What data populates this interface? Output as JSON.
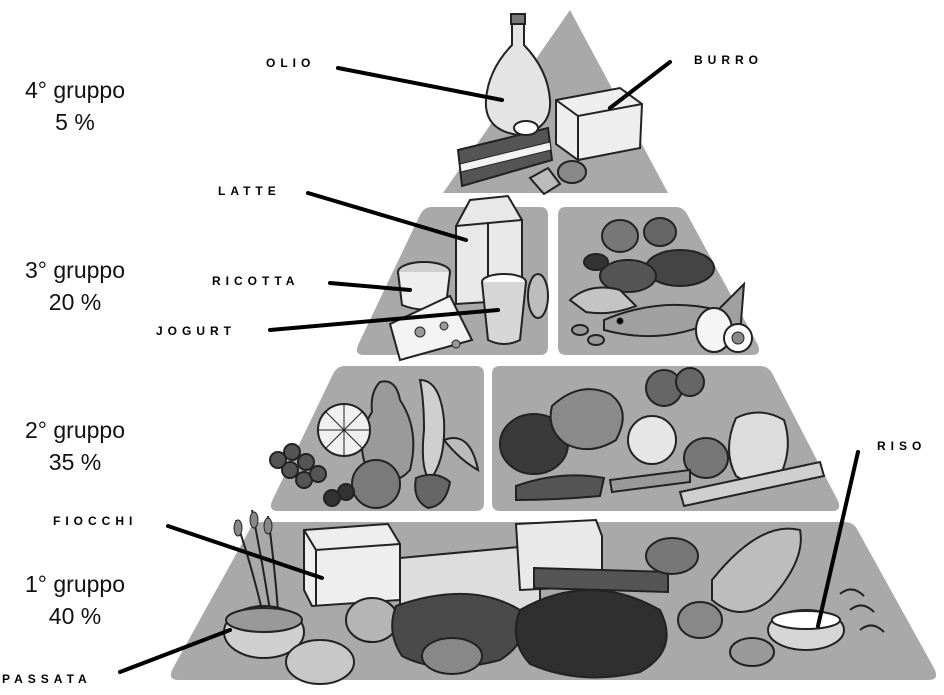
{
  "groups": [
    {
      "name": "4° gruppo",
      "percent": "5 %"
    },
    {
      "name": "3° gruppo",
      "percent": "20 %"
    },
    {
      "name": "2° gruppo",
      "percent": "35 %"
    },
    {
      "name": "1° gruppo",
      "percent": "40 %"
    }
  ],
  "labels": {
    "olio": "OLIO",
    "burro": "BURRO",
    "latte": "LATTE",
    "ricotta": "RICOTTA",
    "jogurt": "JOGURT",
    "fiocchi": "FIOCCHI",
    "riso": "RISO",
    "passata": "PASSATA"
  },
  "colors": {
    "tier_fill": "#a9a9a9",
    "illustration_dark": "#333333",
    "illustration_mid": "#7a7a7a",
    "illustration_light": "#d9d9d9"
  }
}
